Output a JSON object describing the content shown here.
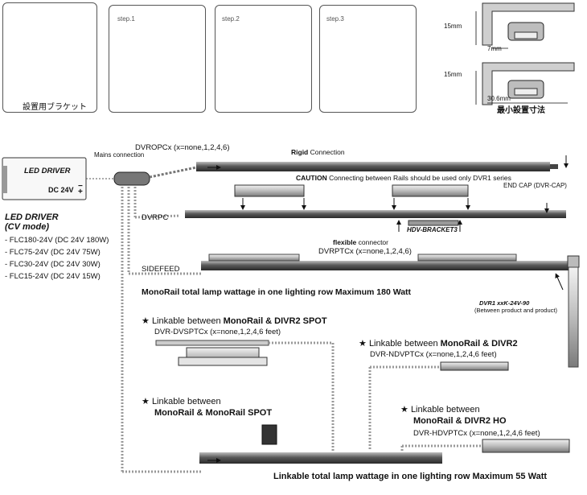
{
  "top_panels": {
    "bracket_caption": "設置用ブラケット",
    "step1": "step.1",
    "step2": "step.2",
    "step3": "step.3"
  },
  "min_install": {
    "dim_15mm_top": "15mm",
    "dim_7mm": "7mm",
    "dim_15mm_bottom": "15mm",
    "dim_30_6mm": "30.6mm",
    "caption": "最小設置寸法"
  },
  "driver": {
    "box_label": "LED DRIVER",
    "box_voltage": "DC 24V",
    "title_line1": "LED DRIVER",
    "title_line2": "(CV mode)",
    "models": [
      "- FLC180-24V (DC 24V 180W)",
      "- FLC75-24V (DC 24V 75W)",
      "- FLC30-24V (DC 24V 30W)",
      "- FLC15-24V (DC 24V 15W)"
    ],
    "mains_connection": "Mains connection"
  },
  "rows": {
    "dvropc": "DVROPCx (x=none,1,2,4,6)",
    "rigid_bold": "Rigid",
    "rigid_rest": " Connection",
    "caution_bold": "CAUTION",
    "caution_rest": "  Connecting between Rails should be used only DVR1 series",
    "end_cap": "END CAP (DVR-CAP)",
    "dvrpc": "DVRPC",
    "bracket": "HDV-BRACKET3",
    "flexible_bold": "flexible",
    "flexible_rest": " connector",
    "dvrptc": "DVRPTCx (x=none,1,2,4,6)",
    "sidefeed": "SIDEFEED",
    "max180": "MonoRail total lamp wattage in one lighting row Maximum 180 Watt",
    "corner_part": "DVR1 xxK-24V-90",
    "corner_note": "(Between product and product)"
  },
  "linkables": {
    "divr2_spot_prefix": "Linkable between ",
    "divr2_spot_bold": "MonoRail & DIVR2 SPOT",
    "divr2_spot_part": "DVR-DVSPTCx (x=none,1,2,4,6 feet)",
    "divr2_prefix": "Linkable between ",
    "divr2_bold": "MonoRail & DIVR2",
    "divr2_part": "DVR-NDVPTCx (x=none,1,2,4,6 feet)",
    "mono_spot_line1": "Linkable between",
    "mono_spot_bold": "MonoRail & MonoRail SPOT",
    "divr2ho_line1": "Linkable between",
    "divr2ho_bold": "MonoRail & DIVR2 HO",
    "divr2ho_part": "DVR-HDVPTCx (x=none,1,2,4,6 feet)",
    "max55": "Linkable total lamp wattage in one lighting row Maximum 55 Watt",
    "star": "★"
  }
}
